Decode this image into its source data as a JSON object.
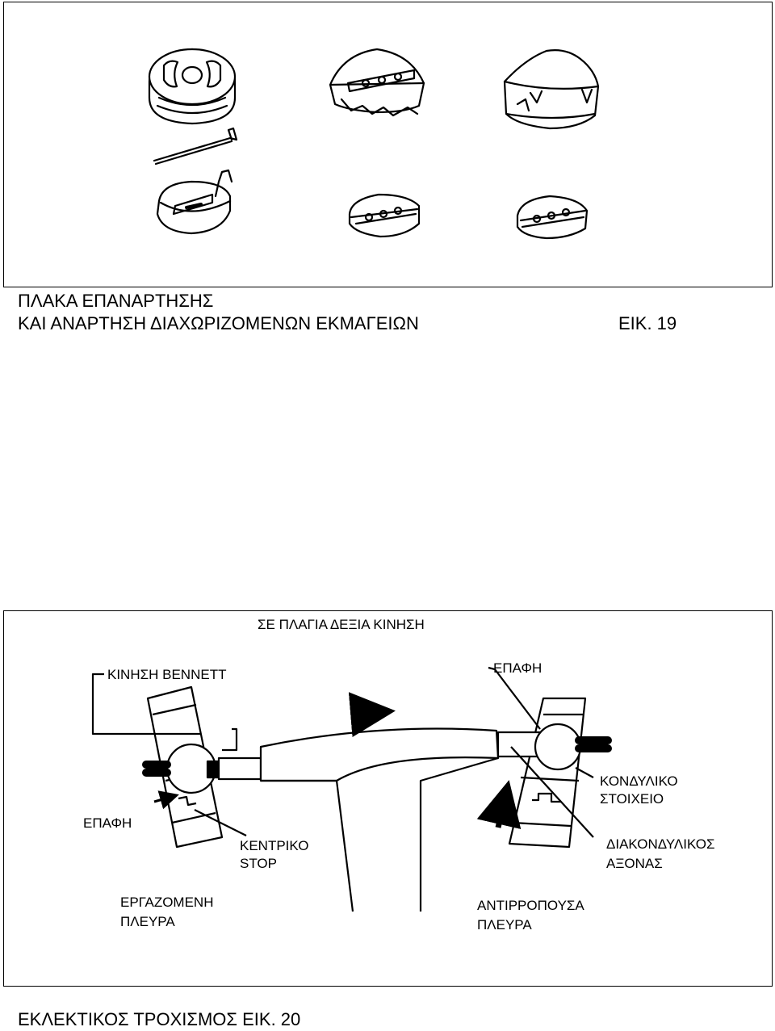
{
  "figure19": {
    "caption_line1": "ΠΛΑΚΑ ΕΠΑΝΑΡΤΗΣΗΣ",
    "caption_line2": "ΚΑΙ ΑΝΑΡΤΗΣΗ ΔΙΑΧΩΡΙΖΟΜΕΝΩΝ ΕΚΜΑΓΕΙΩΝ",
    "fig_number": "ΕΙΚ. 19"
  },
  "figure20": {
    "title": "ΣΕ ΠΛΑΓΙΑ ΔΕΞΙΑ ΚΙΝΗΣΗ",
    "labels": {
      "bennett": "ΚΙΝΗΣΗ BENNETT",
      "contact_right": "ΕΠΑΦΗ",
      "contact_left": "ΕΠΑΦΗ",
      "condyle_1": "ΚΟΝΔΥΛΙΚΟ",
      "condyle_2": "ΣΤΟΙΧΕΙΟ",
      "central_stop_1": "ΚΕΝΤΡΙΚΟ",
      "central_stop_2": "STOP",
      "intercondylar_1": "ΔΙΑΚΟΝΔΥΛΙΚΟΣ",
      "intercondylar_2": "ΑΞΟΝΑΣ",
      "working_1": "ΕΡΓΑΖΟΜΕΝΗ",
      "working_2": "ΠΛΕΥΡΑ",
      "balancing_1": "ΑΝΤΙΡΡΟΠΟΥΣΑ",
      "balancing_2": "ΠΛΕΥΡΑ"
    },
    "caption": "ΕΚΛΕΚΤΙΚΟΣ ΤΡΟΧΙΣΜΟΣ   ΕΙΚ. 20"
  }
}
